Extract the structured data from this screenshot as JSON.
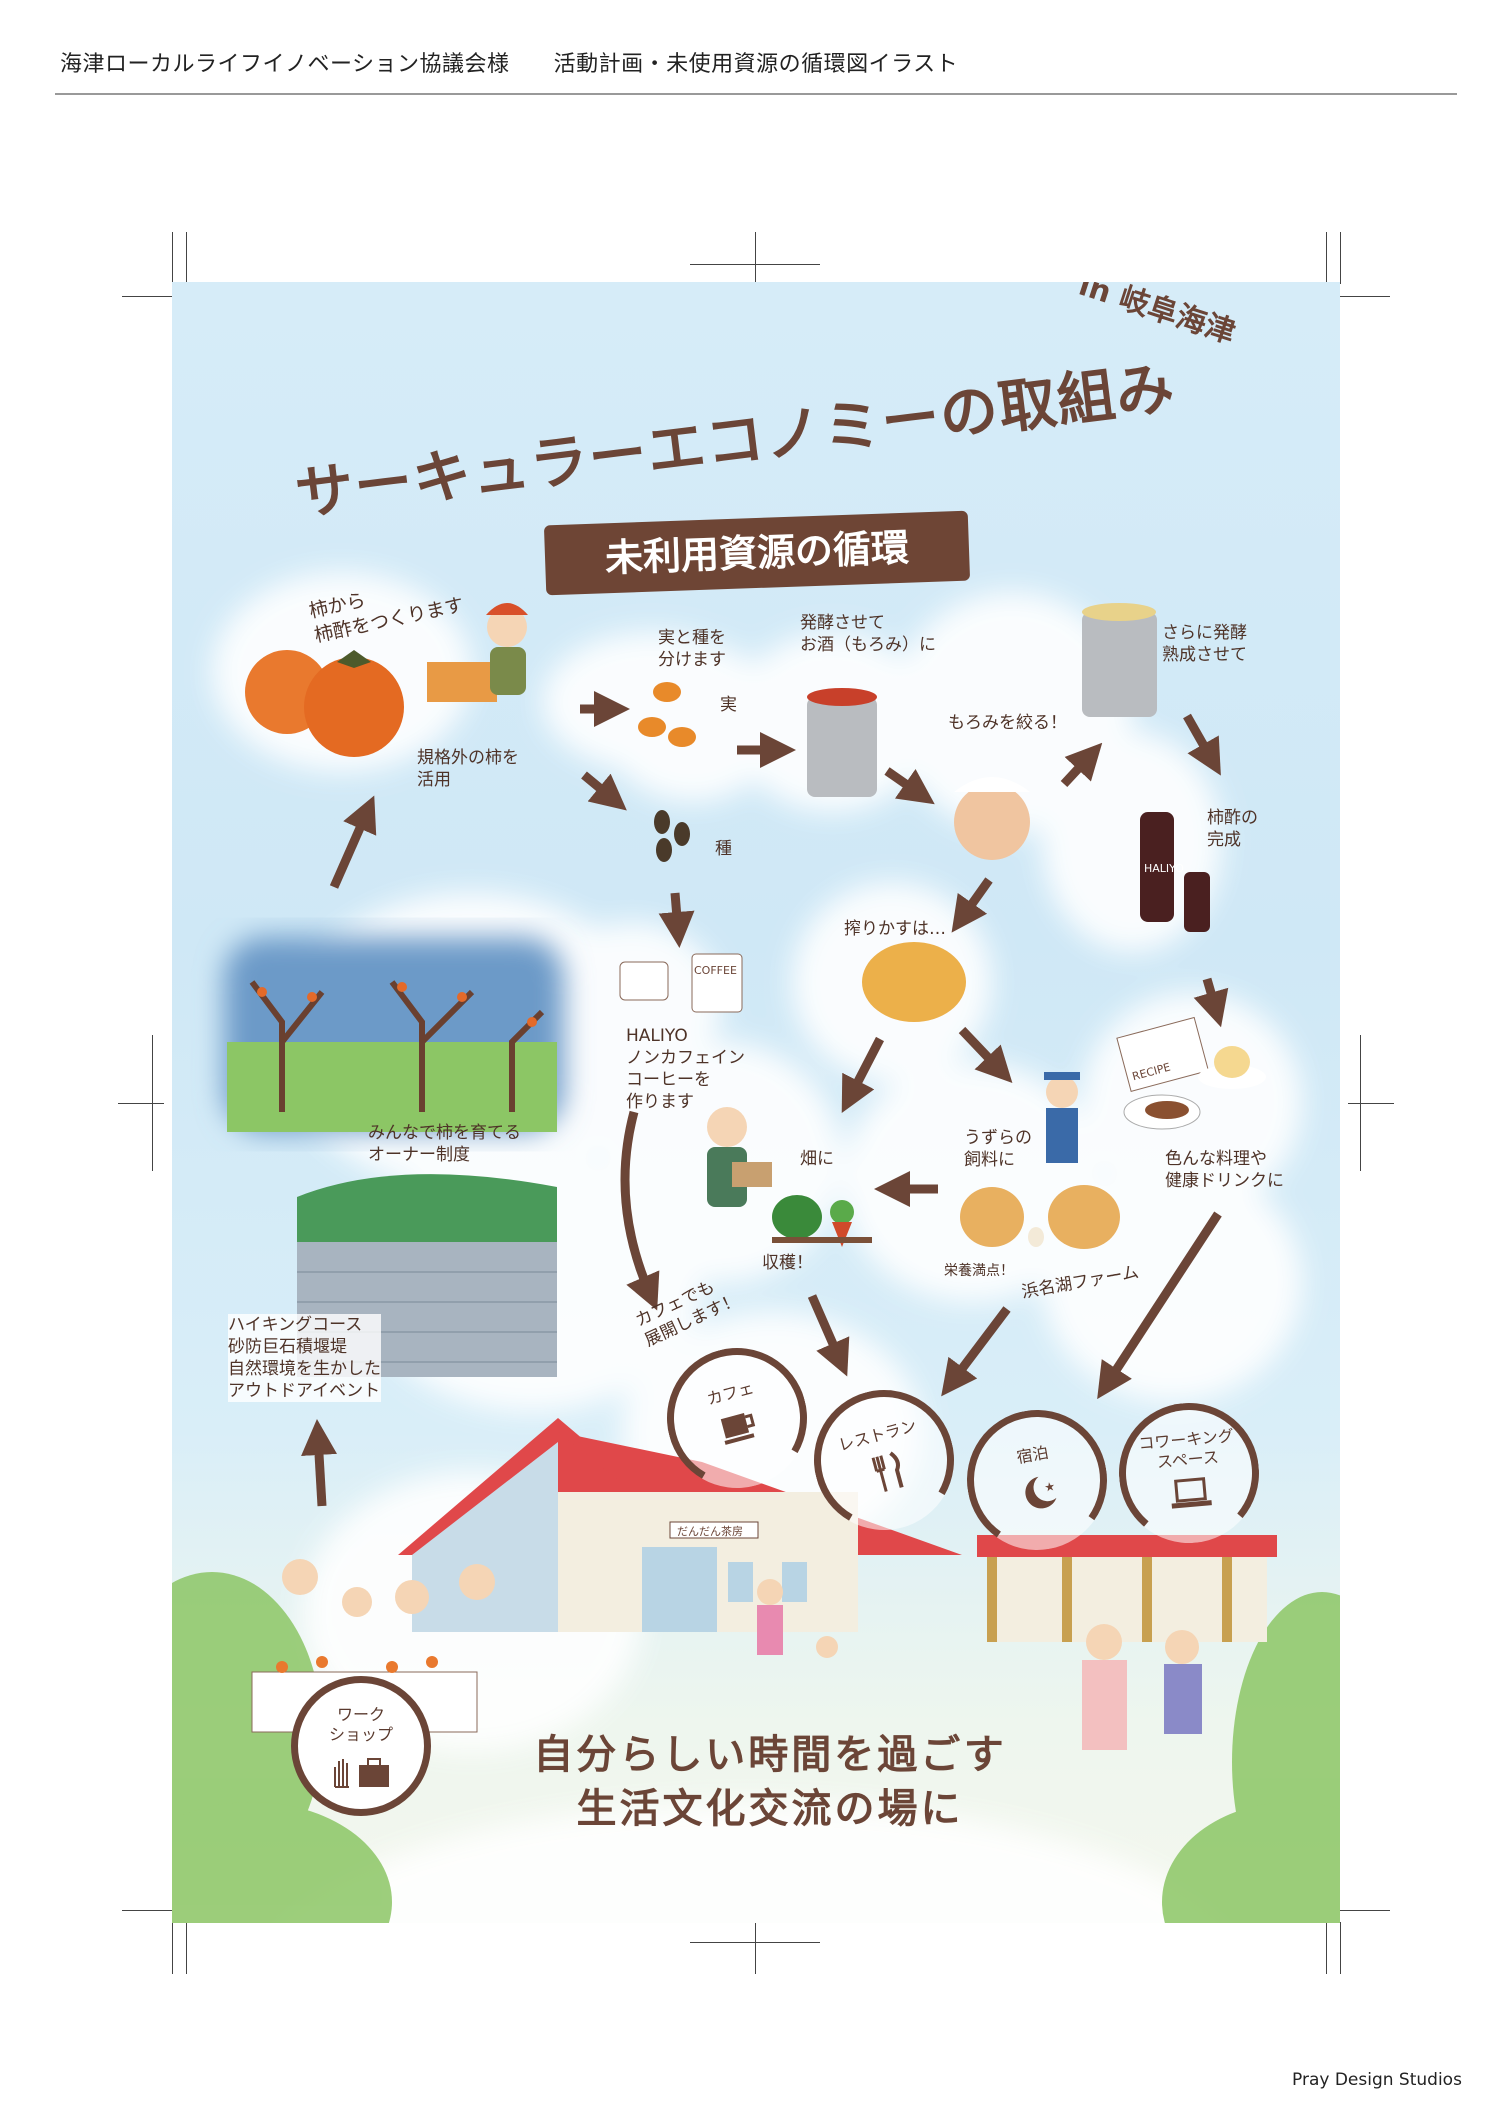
{
  "header": {
    "client": "海津ローカルライフイノベーション協議会様",
    "doc": "活動計画・未使用資源の循環図イラスト"
  },
  "poster": {
    "title": "サーキュラーエコノミーの取組み",
    "subtitle": "in 岐阜海津",
    "banner": "未利用資源の循環",
    "labels": {
      "kaki_su": "柿から\n柿酢をつくります",
      "kikakugai": "規格外の柿を\n活用",
      "wakemasu": "実と種を\n分けます",
      "mi": "実",
      "tane": "種",
      "hakkou": "発酵させて\nお酒（もろみ）に",
      "moromi": "もろみを絞る！",
      "sarani": "さらに発酵\n熟成させて",
      "kansei": "柿酢の\n完成",
      "shiborikasu": "搾りかすは…",
      "coffee": "HALIYO\nノンカフェイン\nコーヒーを\n作ります",
      "coffee_bag": "COFFEE",
      "bottle": "HALIYO",
      "owner": "みんなで柿を育てる\nオーナー制度",
      "hatake": "畑に",
      "uzura": "うずらの\n飼料に",
      "ryouri": "色んな料理や\n健康ドリンクに",
      "recipe": "RECIPE",
      "shukaku": "収穫！",
      "eiyou": "栄養満点！",
      "farm": "浜名湖ファーム",
      "hiking": "ハイキングコース\n砂防巨石積堰堤\n自然環境を生かした\nアウトドアイベント",
      "cafe_tenkai": "カフェでも\n展開します！",
      "sign": "だんだん茶房"
    },
    "facilities": [
      {
        "label": "カフェ",
        "icon": "coffee-cup-icon"
      },
      {
        "label": "レストラン",
        "icon": "fork-knife-icon"
      },
      {
        "label": "宿泊",
        "icon": "moon-star-icon"
      },
      {
        "label": "コワーキング\nスペース",
        "icon": "laptop-icon"
      }
    ],
    "workshop": {
      "label": "ワーク\nショップ",
      "icon": "glove-toolbox-icon"
    },
    "tagline": [
      "自分らしい時間を過ごす",
      "生活文化交流の場に"
    ]
  },
  "credit": "Pray Design Studios",
  "colors": {
    "brown": "#6b4537",
    "sky": "#d6ecf8",
    "persimmon": "#e9792e",
    "roof": "#e0484a",
    "green": "#8cc665"
  }
}
